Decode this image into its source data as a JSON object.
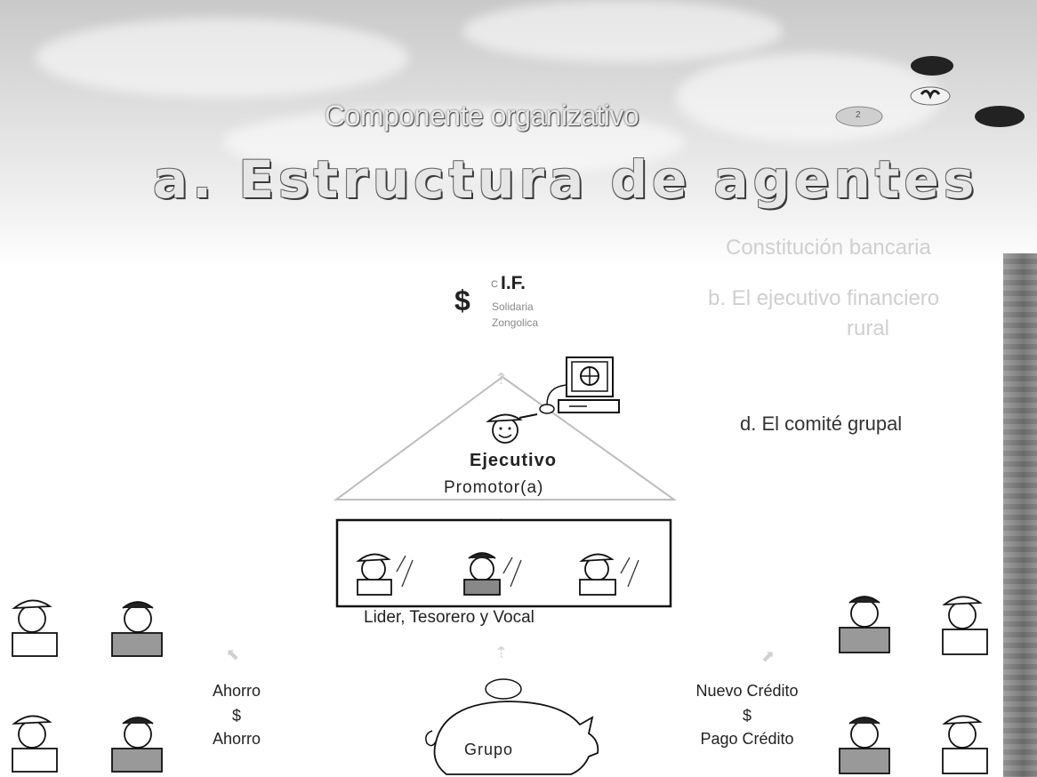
{
  "slide": {
    "subtitle": "Componente organizativo",
    "title": "a. Estructura de agentes",
    "page_number": "2"
  },
  "background_text": {
    "item_c_faded": "Constitución bancaria",
    "item_b_line1": "b.   El ejecutivo financiero",
    "item_b_line2": "rural",
    "item_d": "d.   El comité grupal"
  },
  "diagram": {
    "if_symbol": "$",
    "if_title": "I.F.",
    "if_small_prefix": "C",
    "if_line2": "Solidaria",
    "if_line3": "Zongolica",
    "ejecutivo": "Ejecutivo",
    "promotor": "Promotor(a)",
    "committee": "Lider, Tesorero y Vocal",
    "left_top": "Ahorro",
    "left_mid": "$",
    "left_bottom": "Ahorro",
    "right_top": "Nuevo Crédito",
    "right_mid": "$",
    "right_bottom": "Pago Crédito",
    "piggy": "Grupo"
  },
  "colors": {
    "title_fill": "#e6e6e6",
    "text_dark": "#222222",
    "text_faded": "#cfcfcf"
  }
}
